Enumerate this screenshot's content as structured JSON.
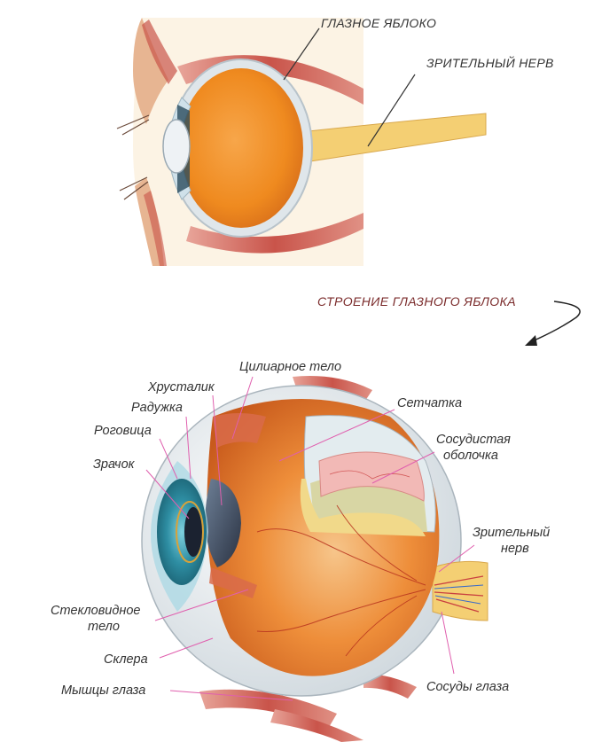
{
  "top_diagram": {
    "labels": {
      "eyeball": "ГЛАЗНОЕ ЯБЛОКО",
      "optic_nerve": "ЗРИТЕЛЬНЫЙ НЕРВ"
    }
  },
  "section_title": "СТРОЕНИЕ ГЛАЗНОГО ЯБЛОКА",
  "bottom_diagram": {
    "labels": {
      "ciliary_body": "Цилиарное тело",
      "lens": "Хрусталик",
      "iris": "Радужка",
      "cornea": "Роговица",
      "pupil": "Зрачок",
      "retina": "Сетчатка",
      "choroid_line1": "Сосудистая",
      "choroid_line2": "оболочка",
      "optic_nerve_line1": "Зрительный",
      "optic_nerve_line2": "нерв",
      "vitreous_line1": "Стекловидное",
      "vitreous_line2": "тело",
      "sclera": "Склера",
      "eye_muscles": "Мышцы глаза",
      "eye_vessels": "Сосуды глаза"
    }
  },
  "colors": {
    "vitreous": "#ef8a1f",
    "sclera": "#e9eef2",
    "nerve": "#f4cf73",
    "muscle": "#c9544a",
    "iris": "#2e8ea3",
    "leader_line": "#e05fae",
    "label_text": "#333333",
    "title_text": "#7a2a2a"
  }
}
